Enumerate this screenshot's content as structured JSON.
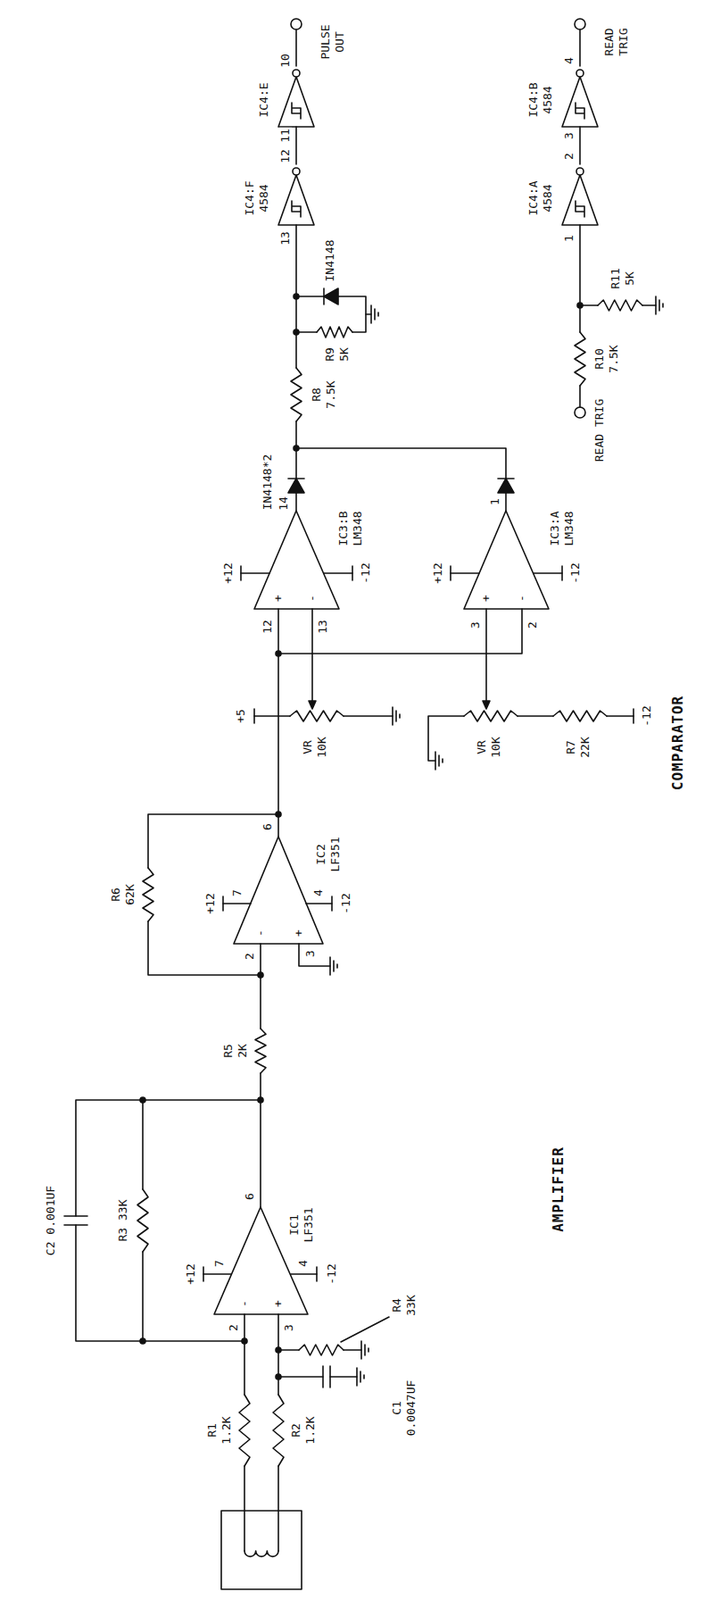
{
  "diagram": {
    "labels": [
      "C2 0.001UF",
      "R3 33K",
      "R1",
      "1.2K",
      "R2",
      "1.2K",
      "+12",
      "7",
      "-",
      "+",
      "2",
      "3",
      "4",
      "-12",
      "6",
      "IC1",
      "LF351",
      "C1",
      "0.0047UF",
      "R4",
      "33K",
      "R5",
      "2K",
      "R6",
      "62K",
      "+12",
      "7",
      "-",
      "+",
      "2",
      "3",
      "4",
      "-12",
      "6",
      "IC2",
      "LF351",
      "AMPLIFIER",
      "+5",
      "VR",
      "10K",
      "+12",
      "12",
      "+",
      "-",
      "13",
      "-12",
      "14",
      "IC3:B",
      "LM348",
      "IN4148*2",
      "VR",
      "10K",
      "R7",
      "22K",
      "-12",
      "+12",
      "3",
      "+",
      "-",
      "2",
      "-12",
      "1",
      "IC3:A",
      "LM348",
      "COMPARATOR",
      "R8",
      "7.5K",
      "R9",
      "5K",
      "IN4148",
      "13",
      "IC4:F",
      "4584",
      "12",
      "11",
      "IC4:E",
      "10",
      "PULSE",
      "OUT",
      "READ TRIG",
      "R10",
      "7.5K",
      "R11",
      "5K",
      "1",
      "IC4:A",
      "4584",
      "2",
      "3",
      "IC4:B",
      "4584",
      "4",
      "READ",
      "TRIG"
    ]
  }
}
